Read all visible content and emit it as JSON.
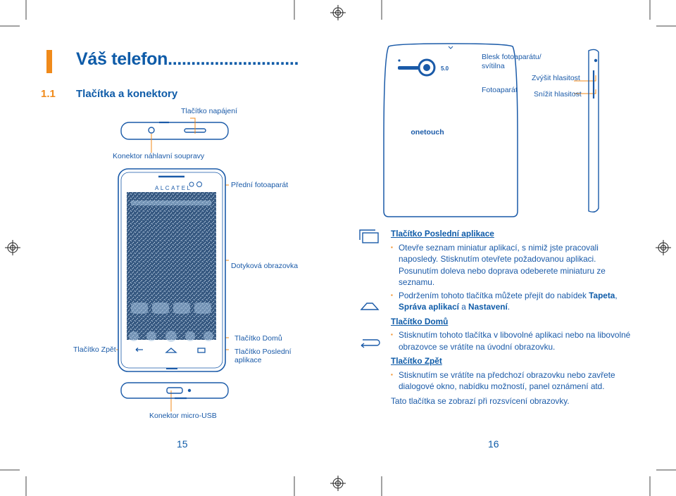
{
  "title": "Váš telefon............................",
  "section": {
    "number": "1.1",
    "title": "Tlačítka a konektory"
  },
  "labels": {
    "power": "Tlačítko napájení",
    "headset": "Konektor náhlavní soupravy",
    "front_camera": "Přední fotoaparát",
    "touchscreen": "Dotyková obrazovka",
    "back": "Tlačítko Zpět",
    "home": "Tlačítko Domů",
    "recent_line1": "Tlačítko Poslední",
    "recent_line2": "aplikace",
    "usb": "Konektor micro-USB",
    "flash_line1": "Blesk fotoaparátu/",
    "flash_line2": "svítilna",
    "camera": "Fotoaparát",
    "vol_up": "Zvýšit hlasitost",
    "vol_down": "Snížit hlasitost",
    "brand_front": "ALCATEL",
    "brand_back": "onetouch",
    "camera_mp": "5.0"
  },
  "pages": {
    "left": "15",
    "right": "16"
  },
  "right": {
    "recent_head": "Tlačítko Poslední aplikace",
    "recent_b1": "Otevře seznam miniatur aplikací, s nimiž jste pracovali naposledy. Stisknutím otevřete požadovanou aplikaci. Posunutím doleva nebo doprava odeberete miniaturu ze seznamu.",
    "recent_b2_pre": "Podržením tohoto tlačítka můžete přejít do nabídek ",
    "recent_b2_k1": "Tapeta",
    "recent_b2_sep": ", ",
    "recent_b2_k2": "Správa aplikací",
    "recent_b2_mid": " a ",
    "recent_b2_k3": "Nastavení",
    "recent_b2_end": ".",
    "home_head": "Tlačítko Domů",
    "home_b1": "Stisknutím tohoto tlačítka v libovolné aplikaci nebo na libovolné obrazovce se vrátíte na úvodní obrazovku.",
    "back_head": "Tlačítko Zpět",
    "back_b1": "Stisknutím se vrátíte na předchozí obrazovku nebo zavřete dialogové okno, nabídku možností, panel oznámení atd.",
    "note": "Tato tlačítka se zobrazí při rozsvícení obrazovky."
  }
}
